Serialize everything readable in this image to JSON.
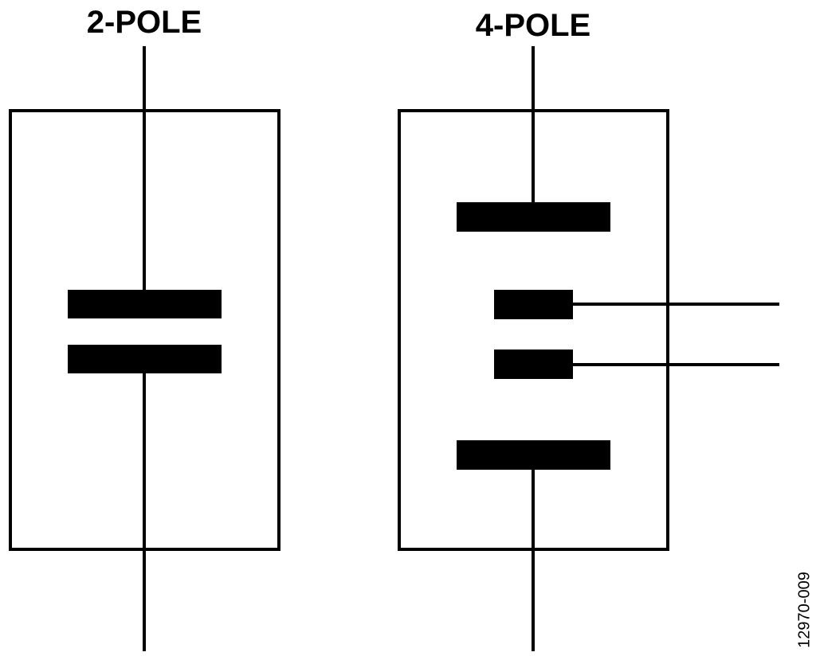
{
  "diagrams": {
    "two_pole": {
      "title": "2-POLE"
    },
    "four_pole": {
      "title": "4-POLE"
    }
  },
  "figure_id": "12970-009",
  "colors": {
    "stroke": "#000000",
    "fill": "#000000",
    "background": "#ffffff"
  }
}
